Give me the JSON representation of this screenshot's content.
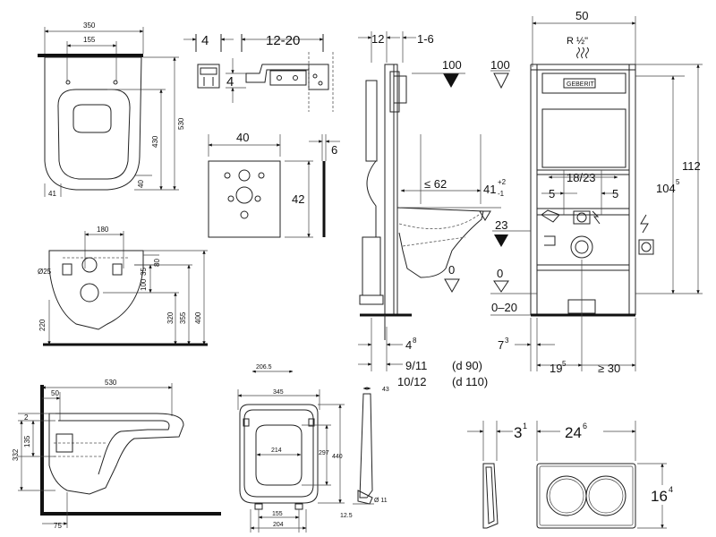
{
  "wc_top": {
    "w": "350",
    "seat": "155",
    "len": "530",
    "inner": "430",
    "front": "40",
    "back": "41"
  },
  "wc_front": {
    "w": "180",
    "pipe": "Ø25",
    "d35": "35",
    "d80": "80",
    "d100": "100",
    "h320": "320",
    "h355": "355",
    "h400": "400",
    "h220": "220"
  },
  "bracket": {
    "w4": "4",
    "w1220": "12-20",
    "h4": "4"
  },
  "pad": {
    "w": "40",
    "h": "42",
    "t": "6"
  },
  "side_frame": {
    "d12": "12",
    "d16": "1-6",
    "h100": "100",
    "le62": "≤ 62",
    "d41": "41",
    "tol_up": "+2",
    "tol_dn": "-1",
    "zero": "0",
    "d48": "4",
    "d48_exp": "8",
    "pipe1": "9/11",
    "pipe1_d": "(d 90)",
    "pipe2": "10/12",
    "pipe2_d": "(d 110)"
  },
  "front_frame": {
    "w50": "50",
    "r12": "R ½\"",
    "h100": "100",
    "d1823": "18/23",
    "d5a": "5",
    "d5b": "5",
    "h23": "23",
    "zero": "0",
    "range": "0–20",
    "h112": "112",
    "h1045": "104",
    "h1045_exp": "5",
    "d73": "7",
    "d73_exp": "3",
    "d195": "19",
    "d195_exp": "5",
    "ge30": "≥ 30",
    "logo": "GEBERIT"
  },
  "wc_side": {
    "len": "530",
    "d50": "50",
    "d2": "2",
    "d135": "135",
    "d332": "332",
    "d75": "75"
  },
  "seat": {
    "w_top": "206.5",
    "w": "345",
    "inner_w": "214",
    "hole": "155",
    "bottom_w": "204",
    "len": "440",
    "inner_l": "297",
    "side_t": "43",
    "dia": "Ø 11",
    "h125": "12.5"
  },
  "plate": {
    "d31": "3",
    "d31_exp": "1",
    "w246": "24",
    "w246_exp": "6",
    "h164": "16",
    "h164_exp": "4"
  }
}
